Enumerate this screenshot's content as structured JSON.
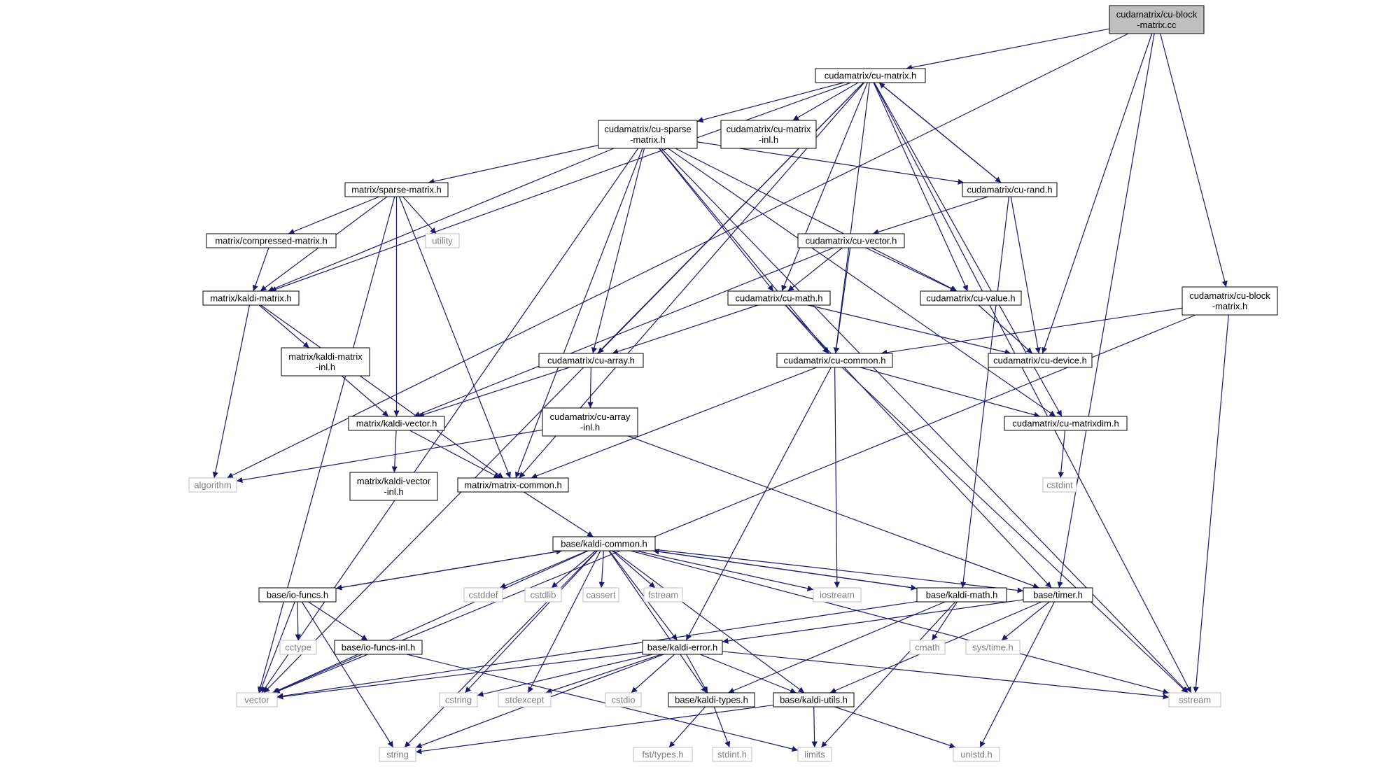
{
  "colors": {
    "edge": "#191970",
    "node_border": "#000000",
    "external_border": "#bfbfbf",
    "root_fill": "#bfbfbf",
    "background": "#ffffff"
  },
  "nodes": [
    {
      "id": "n0",
      "lines": [
        "cudamatrix/cu-block",
        "-matrix.cc"
      ],
      "kind": "root"
    },
    {
      "id": "n1",
      "lines": [
        "cudamatrix/cu-matrix.h"
      ],
      "kind": "header"
    },
    {
      "id": "n2",
      "lines": [
        "cudamatrix/cu-sparse",
        "-matrix.h"
      ],
      "kind": "header"
    },
    {
      "id": "n3",
      "lines": [
        "cudamatrix/cu-matrix",
        "-inl.h"
      ],
      "kind": "header"
    },
    {
      "id": "n4",
      "lines": [
        "matrix/sparse-matrix.h"
      ],
      "kind": "header"
    },
    {
      "id": "n5",
      "lines": [
        "utility"
      ],
      "kind": "external"
    },
    {
      "id": "n6",
      "lines": [
        "matrix/compressed-matrix.h"
      ],
      "kind": "header"
    },
    {
      "id": "n7",
      "lines": [
        "matrix/kaldi-matrix.h"
      ],
      "kind": "header"
    },
    {
      "id": "n8",
      "lines": [
        "matrix/kaldi-matrix",
        "-inl.h"
      ],
      "kind": "header"
    },
    {
      "id": "n9",
      "lines": [
        "cudamatrix/cu-rand.h"
      ],
      "kind": "header"
    },
    {
      "id": "n10",
      "lines": [
        "cudamatrix/cu-vector.h"
      ],
      "kind": "header"
    },
    {
      "id": "n11",
      "lines": [
        "cudamatrix/cu-math.h"
      ],
      "kind": "header"
    },
    {
      "id": "n12",
      "lines": [
        "cudamatrix/cu-value.h"
      ],
      "kind": "header"
    },
    {
      "id": "n13",
      "lines": [
        "cudamatrix/cu-block",
        "-matrix.h"
      ],
      "kind": "header"
    },
    {
      "id": "n14",
      "lines": [
        "cudamatrix/cu-array.h"
      ],
      "kind": "header"
    },
    {
      "id": "n15",
      "lines": [
        "cudamatrix/cu-common.h"
      ],
      "kind": "header"
    },
    {
      "id": "n16",
      "lines": [
        "cudamatrix/cu-device.h"
      ],
      "kind": "header"
    },
    {
      "id": "n17",
      "lines": [
        "cudamatrix/cu-array",
        "-inl.h"
      ],
      "kind": "header"
    },
    {
      "id": "n18",
      "lines": [
        "matrix/kaldi-vector.h"
      ],
      "kind": "header"
    },
    {
      "id": "n19",
      "lines": [
        "cudamatrix/cu-matrixdim.h"
      ],
      "kind": "header"
    },
    {
      "id": "n20",
      "lines": [
        "algorithm"
      ],
      "kind": "external"
    },
    {
      "id": "n21",
      "lines": [
        "matrix/kaldi-vector",
        "-inl.h"
      ],
      "kind": "header"
    },
    {
      "id": "n22",
      "lines": [
        "matrix/matrix-common.h"
      ],
      "kind": "header"
    },
    {
      "id": "n23",
      "lines": [
        "cstdint"
      ],
      "kind": "external"
    },
    {
      "id": "n24",
      "lines": [
        "base/kaldi-common.h"
      ],
      "kind": "header"
    },
    {
      "id": "n25",
      "lines": [
        "cstddef"
      ],
      "kind": "external"
    },
    {
      "id": "n26",
      "lines": [
        "cstdlib"
      ],
      "kind": "external"
    },
    {
      "id": "n27",
      "lines": [
        "cassert"
      ],
      "kind": "external"
    },
    {
      "id": "n28",
      "lines": [
        "fstream"
      ],
      "kind": "external"
    },
    {
      "id": "n29",
      "lines": [
        "iostream"
      ],
      "kind": "external"
    },
    {
      "id": "n30",
      "lines": [
        "base/io-funcs.h"
      ],
      "kind": "header"
    },
    {
      "id": "n31",
      "lines": [
        "base/kaldi-math.h"
      ],
      "kind": "header"
    },
    {
      "id": "n32",
      "lines": [
        "base/timer.h"
      ],
      "kind": "header"
    },
    {
      "id": "n33",
      "lines": [
        "cctype"
      ],
      "kind": "external"
    },
    {
      "id": "n34",
      "lines": [
        "base/io-funcs-inl.h"
      ],
      "kind": "header"
    },
    {
      "id": "n35",
      "lines": [
        "base/kaldi-error.h"
      ],
      "kind": "header"
    },
    {
      "id": "n36",
      "lines": [
        "cmath"
      ],
      "kind": "external"
    },
    {
      "id": "n37",
      "lines": [
        "sys/time.h"
      ],
      "kind": "external"
    },
    {
      "id": "n38",
      "lines": [
        "vector"
      ],
      "kind": "external"
    },
    {
      "id": "n39",
      "lines": [
        "cstring"
      ],
      "kind": "external"
    },
    {
      "id": "n40",
      "lines": [
        "stdexcept"
      ],
      "kind": "external"
    },
    {
      "id": "n41",
      "lines": [
        "cstdio"
      ],
      "kind": "external"
    },
    {
      "id": "n42",
      "lines": [
        "base/kaldi-types.h"
      ],
      "kind": "header"
    },
    {
      "id": "n43",
      "lines": [
        "base/kaldi-utils.h"
      ],
      "kind": "header"
    },
    {
      "id": "n44",
      "lines": [
        "sstream"
      ],
      "kind": "external"
    },
    {
      "id": "n45",
      "lines": [
        "string"
      ],
      "kind": "external"
    },
    {
      "id": "n46",
      "lines": [
        "fst/types.h"
      ],
      "kind": "external"
    },
    {
      "id": "n47",
      "lines": [
        "stdint.h"
      ],
      "kind": "external"
    },
    {
      "id": "n48",
      "lines": [
        "limits"
      ],
      "kind": "external"
    },
    {
      "id": "n49",
      "lines": [
        "unistd.h"
      ],
      "kind": "external"
    }
  ],
  "edges": [
    [
      "n0",
      "n1"
    ],
    [
      "n0",
      "n20"
    ],
    [
      "n0",
      "n13"
    ],
    [
      "n0",
      "n16"
    ],
    [
      "n0",
      "n32"
    ],
    [
      "n1",
      "n2"
    ],
    [
      "n1",
      "n3"
    ],
    [
      "n1",
      "n7"
    ],
    [
      "n1",
      "n9"
    ],
    [
      "n1",
      "n11"
    ],
    [
      "n1",
      "n12"
    ],
    [
      "n1",
      "n14"
    ],
    [
      "n1",
      "n15"
    ],
    [
      "n1",
      "n19"
    ],
    [
      "n1",
      "n22"
    ],
    [
      "n1",
      "n38"
    ],
    [
      "n1",
      "n44"
    ],
    [
      "n2",
      "n4"
    ],
    [
      "n2",
      "n7"
    ],
    [
      "n2",
      "n9"
    ],
    [
      "n2",
      "n11"
    ],
    [
      "n2",
      "n12"
    ],
    [
      "n2",
      "n14"
    ],
    [
      "n2",
      "n15"
    ],
    [
      "n2",
      "n19"
    ],
    [
      "n2",
      "n22"
    ],
    [
      "n2",
      "n38"
    ],
    [
      "n2",
      "n44"
    ],
    [
      "n4",
      "n5"
    ],
    [
      "n4",
      "n6"
    ],
    [
      "n4",
      "n7"
    ],
    [
      "n4",
      "n18"
    ],
    [
      "n4",
      "n22"
    ],
    [
      "n4",
      "n38"
    ],
    [
      "n6",
      "n7"
    ],
    [
      "n7",
      "n8"
    ],
    [
      "n7",
      "n20"
    ],
    [
      "n7",
      "n22"
    ],
    [
      "n8",
      "n18"
    ],
    [
      "n9",
      "n1"
    ],
    [
      "n9",
      "n10"
    ],
    [
      "n9",
      "n16"
    ],
    [
      "n9",
      "n31"
    ],
    [
      "n10",
      "n11"
    ],
    [
      "n10",
      "n12"
    ],
    [
      "n10",
      "n15"
    ],
    [
      "n10",
      "n18"
    ],
    [
      "n11",
      "n14"
    ],
    [
      "n11",
      "n15"
    ],
    [
      "n11",
      "n16"
    ],
    [
      "n11",
      "n32"
    ],
    [
      "n12",
      "n16"
    ],
    [
      "n13",
      "n15"
    ],
    [
      "n13",
      "n38"
    ],
    [
      "n13",
      "n44"
    ],
    [
      "n14",
      "n17"
    ],
    [
      "n14",
      "n18"
    ],
    [
      "n15",
      "n19"
    ],
    [
      "n15",
      "n22"
    ],
    [
      "n15",
      "n29"
    ],
    [
      "n15",
      "n35"
    ],
    [
      "n15",
      "n44"
    ],
    [
      "n17",
      "n20"
    ],
    [
      "n17",
      "n32"
    ],
    [
      "n18",
      "n21"
    ],
    [
      "n18",
      "n22"
    ],
    [
      "n19",
      "n23"
    ],
    [
      "n22",
      "n24"
    ],
    [
      "n24",
      "n25"
    ],
    [
      "n24",
      "n26"
    ],
    [
      "n24",
      "n27"
    ],
    [
      "n24",
      "n28"
    ],
    [
      "n24",
      "n29"
    ],
    [
      "n24",
      "n30"
    ],
    [
      "n24",
      "n31"
    ],
    [
      "n24",
      "n32"
    ],
    [
      "n24",
      "n35"
    ],
    [
      "n24",
      "n38"
    ],
    [
      "n24",
      "n39"
    ],
    [
      "n24",
      "n40"
    ],
    [
      "n24",
      "n42"
    ],
    [
      "n24",
      "n43"
    ],
    [
      "n24",
      "n44"
    ],
    [
      "n24",
      "n45"
    ],
    [
      "n30",
      "n24"
    ],
    [
      "n30",
      "n33"
    ],
    [
      "n30",
      "n34"
    ],
    [
      "n30",
      "n38"
    ],
    [
      "n30",
      "n45"
    ],
    [
      "n31",
      "n24"
    ],
    [
      "n31",
      "n36"
    ],
    [
      "n31",
      "n38"
    ],
    [
      "n31",
      "n42"
    ],
    [
      "n31",
      "n48"
    ],
    [
      "n32",
      "n35"
    ],
    [
      "n32",
      "n37"
    ],
    [
      "n32",
      "n43"
    ],
    [
      "n32",
      "n49"
    ],
    [
      "n34",
      "n38"
    ],
    [
      "n34",
      "n48"
    ],
    [
      "n35",
      "n38"
    ],
    [
      "n35",
      "n39"
    ],
    [
      "n35",
      "n40"
    ],
    [
      "n35",
      "n41"
    ],
    [
      "n35",
      "n42"
    ],
    [
      "n35",
      "n43"
    ],
    [
      "n35",
      "n44"
    ],
    [
      "n35",
      "n45"
    ],
    [
      "n42",
      "n46"
    ],
    [
      "n42",
      "n47"
    ],
    [
      "n43",
      "n45"
    ],
    [
      "n43",
      "n48"
    ],
    [
      "n43",
      "n49"
    ]
  ]
}
